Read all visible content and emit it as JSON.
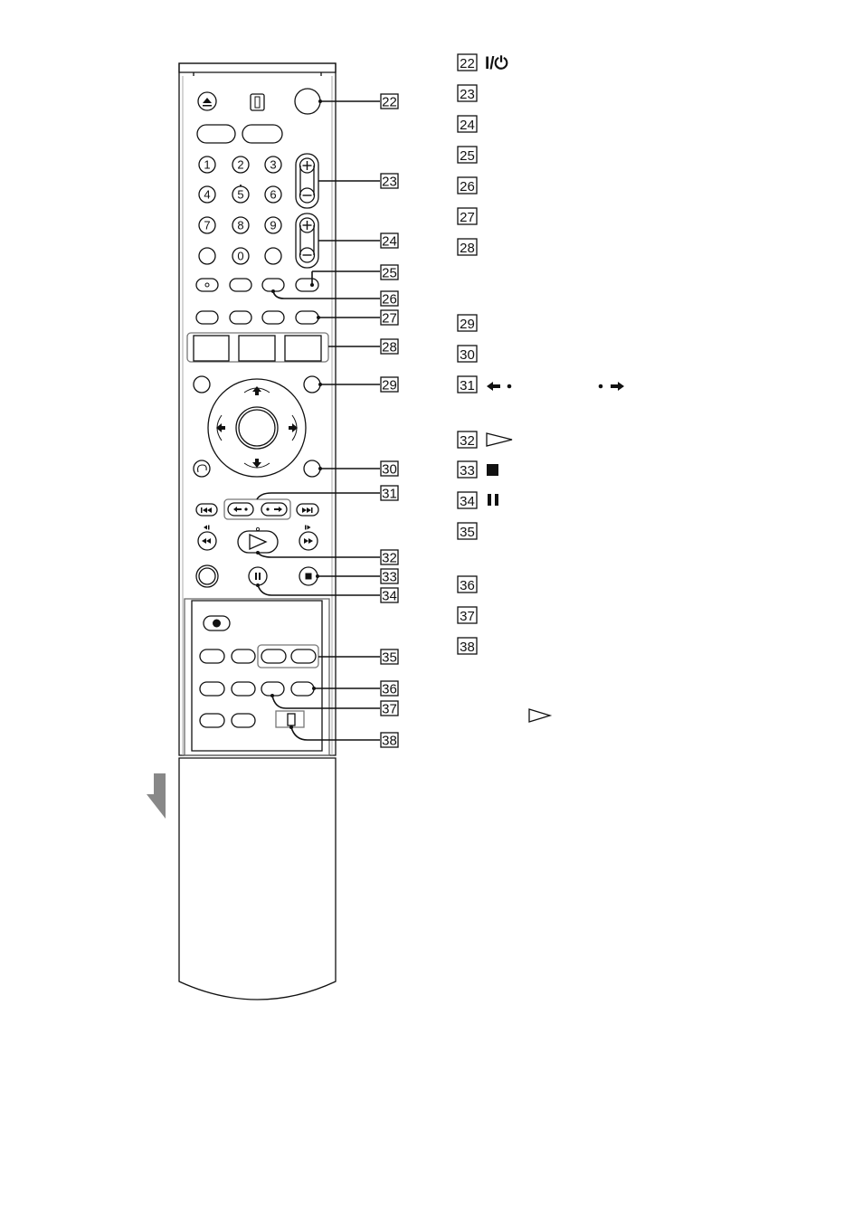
{
  "remote": {
    "number_keys": [
      "1",
      "2",
      "3",
      "4",
      "5",
      "6",
      "7",
      "8",
      "9",
      "0"
    ]
  },
  "callouts": [
    "22",
    "23",
    "24",
    "25",
    "26",
    "27",
    "28",
    "29",
    "30",
    "31",
    "32",
    "33",
    "34",
    "35",
    "36",
    "37",
    "38"
  ],
  "legend": [
    {
      "num": "22",
      "symbol": "I/⏻",
      "symbol_name": "power-icon"
    },
    {
      "num": "23",
      "symbol": "",
      "symbol_name": ""
    },
    {
      "num": "24",
      "symbol": "",
      "symbol_name": ""
    },
    {
      "num": "25",
      "symbol": "",
      "symbol_name": ""
    },
    {
      "num": "26",
      "symbol": "",
      "symbol_name": ""
    },
    {
      "num": "27",
      "symbol": "",
      "symbol_name": ""
    },
    {
      "num": "28",
      "symbol": "",
      "symbol_name": ""
    },
    {
      "num": "29",
      "symbol": "",
      "symbol_name": ""
    },
    {
      "num": "30",
      "symbol": "",
      "symbol_name": ""
    },
    {
      "num": "31",
      "symbol": "",
      "symbol_name": "instant-replay-advance-icons"
    },
    {
      "num": "32",
      "symbol": "",
      "symbol_name": "play-icon"
    },
    {
      "num": "33",
      "symbol": "",
      "symbol_name": "stop-icon"
    },
    {
      "num": "34",
      "symbol": "",
      "symbol_name": "pause-icon"
    },
    {
      "num": "35",
      "symbol": "",
      "symbol_name": ""
    },
    {
      "num": "36",
      "symbol": "",
      "symbol_name": ""
    },
    {
      "num": "37",
      "symbol": "",
      "symbol_name": ""
    },
    {
      "num": "38",
      "symbol": "",
      "symbol_name": ""
    }
  ],
  "note_icon": "play-icon",
  "colors": {
    "line": "#111111",
    "fill": "#ffffff",
    "accent": "#555555"
  }
}
